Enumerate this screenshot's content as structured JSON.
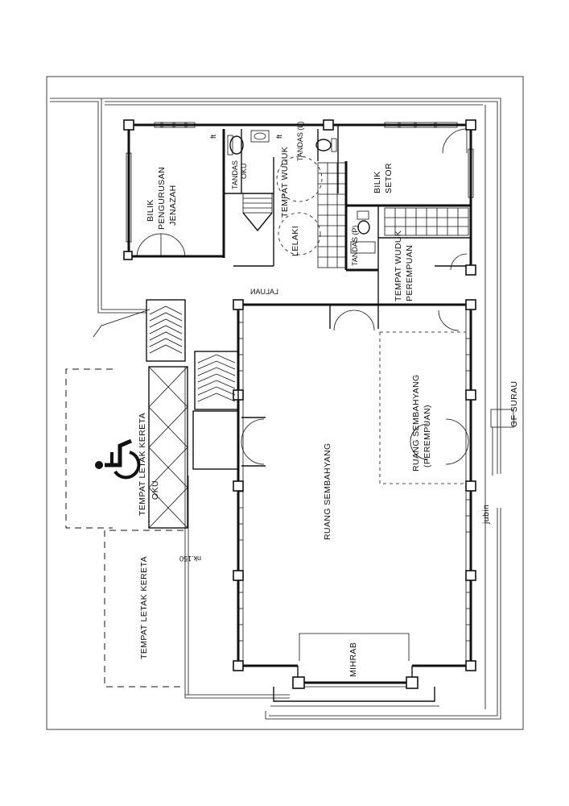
{
  "drawing": {
    "rooms": {
      "bilik_pengurusan_jenazah": "BILIK PENGURUSAN JENAZAH",
      "bilik_pengurusan_line1": "BILIK",
      "bilik_pengurusan_line2": "PENGURUSAN",
      "bilik_pengurusan_line3": "JENAZAH",
      "tandas_oku_line1": "TANDAS",
      "tandas_oku_line2": "OKU",
      "tandas_l": "TANDAS (L)",
      "tempat_wuduk_lelaki_line1": "TEMPAT WUDUK",
      "tempat_wuduk_lelaki_line2": "LELAKI",
      "bilik_setor_line1": "BILIK",
      "bilik_setor_line2": "SETOR",
      "tandas_p": "TANDAS (P)",
      "tempat_wuduk_perempuan_line1": "TEMPAT WUDUK",
      "tempat_wuduk_perempuan_line2": "PEREMPUAN",
      "laluan": "LALUAN",
      "ruang_sembahyang": "RUANG SEMBAHYANG",
      "ruang_sembahyang_perempuan_line1": "RUANG SEMBAHYANG",
      "ruang_sembahyang_perempuan_line2": "(PEREMPUAN)",
      "mihrab": "MIHRAB"
    },
    "parking": {
      "oku_line1": "TEMPAT LETAK KERETA",
      "oku_line2": "OKU",
      "regular": "TEMPAT LETAK KERETA"
    },
    "annotations": {
      "level": "nk.150",
      "gf_surau": "GF SURAU",
      "jubin": "jubin",
      "ft1": "ft",
      "ft2": "ft"
    },
    "icons": {
      "wheelchair": "wheelchair-icon"
    }
  }
}
